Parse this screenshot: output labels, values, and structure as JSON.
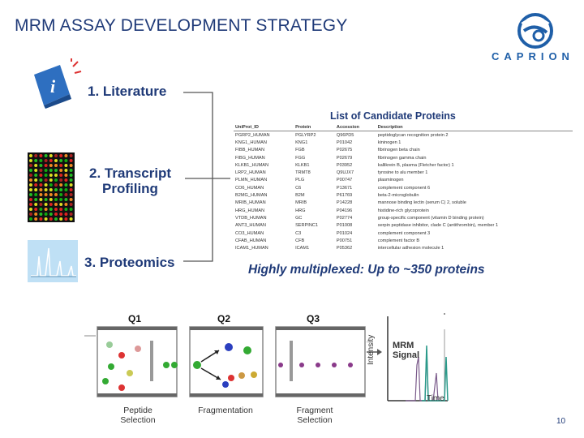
{
  "title": "MRM ASSAY DEVELOPMENT STRATEGY",
  "logo": {
    "name": "caprion-logo",
    "text": "CAPRION"
  },
  "steps": {
    "step1": "1.  Literature",
    "step2_line1": "2. Transcript",
    "step2_line2": "Profiling",
    "step3": "3.  Proteomics"
  },
  "candidates": {
    "title": "List of Candidate Proteins",
    "headers": [
      "UniProt_ID",
      "Protein",
      "Accession",
      "Description"
    ],
    "rows": [
      [
        "PGRP2_HUMAN",
        "PGLYRP2",
        "Q96PD5",
        "peptidoglycan recognition protein 2"
      ],
      [
        "KNG1_HUMAN",
        "KNG1",
        "P01042",
        "kininogen 1"
      ],
      [
        "FIBB_HUMAN",
        "FGB",
        "P02675",
        "fibrinogen beta chain"
      ],
      [
        "FIBG_HUMAN",
        "FGG",
        "P02679",
        "fibrinogen gamma chain"
      ],
      [
        "KLKB1_HUMAN",
        "KLKB1",
        "P03952",
        "kallikrein B, plasma (Fletcher factor) 1"
      ],
      [
        "LRP2_HUMAN",
        "TRMT8",
        "Q9UJX7",
        "tyrosine to alu member 1"
      ],
      [
        "PLMN_HUMAN",
        "PLG",
        "P00747",
        "plasminogen"
      ],
      [
        "CO6_HUMAN",
        "C6",
        "P13671",
        "complement component 6"
      ],
      [
        "B2MG_HUMAN",
        "B2M",
        "P61769",
        "beta-2-microglobulin"
      ],
      [
        "MRIB_HUMAN",
        "MRIB",
        "P14228",
        "mannose binding lectin (serum C) 2, soluble"
      ],
      [
        "HRG_HUMAN",
        "HRG",
        "P04196",
        "histidine-rich glycoprotein"
      ],
      [
        "VTDB_HUMAN",
        "GC",
        "P02774",
        "group-specific component (vitamin D binding protein)"
      ],
      [
        "ANT3_HUMAN",
        "SERPINC1",
        "P01008",
        "serpin peptidase inhibitor, clade C (antithrombin), member 1"
      ],
      [
        "CO3_HUMAN",
        "C3",
        "P01024",
        "complement component 3"
      ],
      [
        "CFAB_HUMAN",
        "CFB",
        "P00751",
        "complement factor B"
      ],
      [
        "ICAM1_HUMAN",
        "ICAM1",
        "P05362",
        "intercellular adhesion molecule 1"
      ]
    ]
  },
  "multiplex_text": "Highly multiplexed: Up to ~350 proteins",
  "diagram": {
    "q1": "Q1",
    "q2": "Q2",
    "q3": "Q3",
    "peptide_selection_1": "Peptide",
    "peptide_selection_2": "Selection",
    "fragmentation": "Fragmentation",
    "fragment_selection_1": "Fragment",
    "fragment_selection_2": "Selection",
    "mrm_signal_1": "MRM",
    "mrm_signal_2": "Signal",
    "intensity": "Intensity",
    "time": "Time"
  },
  "page_number": "10",
  "colors": {
    "title": "#1f3a78",
    "logo": "#1f5fa8",
    "signal": "#2a9a8a"
  }
}
